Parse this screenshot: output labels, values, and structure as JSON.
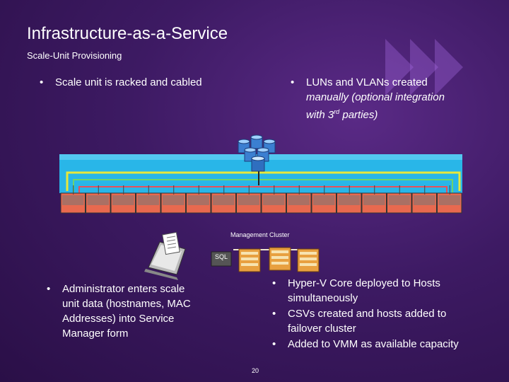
{
  "title": "Infrastructure-as-a-Service",
  "subtitle": "Scale-Unit Provisioning",
  "bullets": {
    "racked": "Scale unit is racked and cabled",
    "luns_line1": "LUNs and VLANs created",
    "luns_line2": "manually (optional integration",
    "luns_line3_pre": "with 3",
    "luns_line3_sup": "rd",
    "luns_line3_post": " parties)",
    "admin_line1": "Administrator enters scale",
    "admin_line2": "unit data (hostnames, MAC",
    "admin_line3": "Addresses) into Service",
    "admin_line4": "Manager form",
    "hyperv_line1": "Hyper-V Core deployed to Hosts",
    "hyperv_line2": "simultaneously",
    "csv_line1": "CSVs created and hosts added to",
    "csv_line2": "failover cluster",
    "vmm_line1": "Added to VMM as available capacity"
  },
  "cluster_label": "Management Cluster",
  "sql_label": "SQL",
  "page_number": "20",
  "colors": {
    "rack_bg": "#29b6e8",
    "cable_yellow": "#e8e83a",
    "cable_green": "#6dd36d",
    "cable_red": "#e8505a",
    "accent_chevron": "#a86ee6"
  }
}
